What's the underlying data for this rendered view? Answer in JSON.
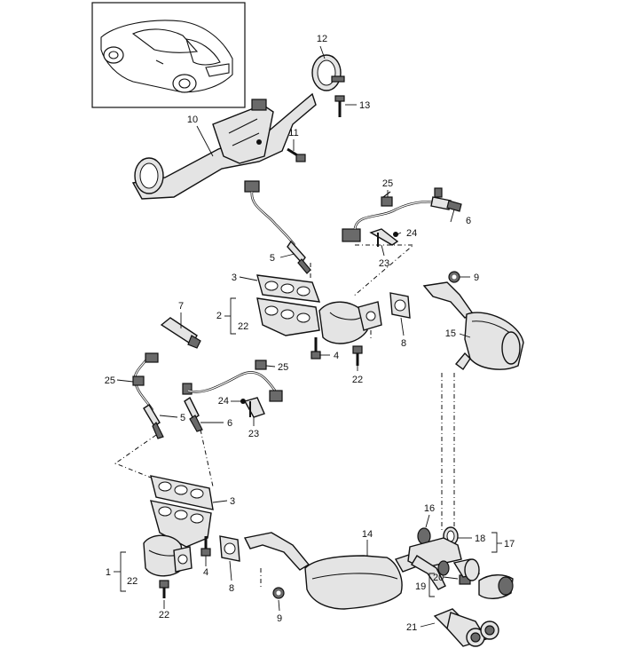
{
  "labels": {
    "l1": "1",
    "l2": "2",
    "l3a": "3",
    "l3b": "3",
    "l4a": "4",
    "l4b": "4",
    "l5a": "5",
    "l5b": "5",
    "l6a": "6",
    "l6b": "6",
    "l7": "7",
    "l8a": "8",
    "l8b": "8",
    "l9a": "9",
    "l9b": "9",
    "l10": "10",
    "l11": "11",
    "l12": "12",
    "l13": "13",
    "l14": "14",
    "l15": "15",
    "l16": "16",
    "l17": "17",
    "l18": "18",
    "l19": "19",
    "l20": "20",
    "l21": "21",
    "l22a": "22",
    "l22b": "22",
    "l22c": "22",
    "l22d": "22",
    "l23a": "23",
    "l23b": "23",
    "l24a": "24",
    "l24b": "24",
    "l25a": "25",
    "l25b": "25",
    "l25c": "25"
  }
}
